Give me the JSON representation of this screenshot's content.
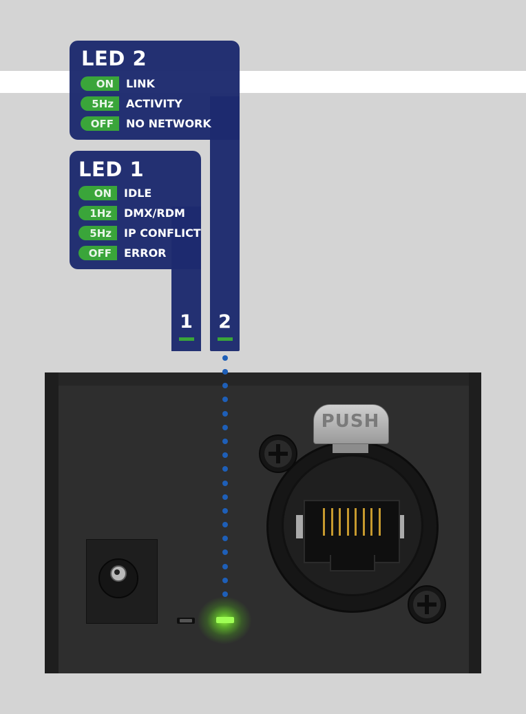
{
  "led2": {
    "title": "LED 2",
    "rows": [
      {
        "state": "ON",
        "label": "LINK"
      },
      {
        "state": "5Hz",
        "label": "ACTIVITY"
      },
      {
        "state": "OFF",
        "label": "NO NETWORK"
      }
    ]
  },
  "led1": {
    "title": "LED 1",
    "rows": [
      {
        "state": "ON",
        "label": "IDLE"
      },
      {
        "state": "1Hz",
        "label": "DMX/RDM"
      },
      {
        "state": "5Hz",
        "label": "IP CONFLICT"
      },
      {
        "state": "OFF",
        "label": "ERROR"
      }
    ]
  },
  "markers": {
    "led1": "1",
    "led2": "2"
  },
  "device": {
    "push_label": "PUSH",
    "led2_state": "ON"
  },
  "colors": {
    "panel": "#1d2a6e",
    "pill": "#3aa53a",
    "led_green": "#9fff55",
    "dot_line": "#1e5fb8"
  },
  "icons": [
    "screw-icon",
    "dc-power-jack",
    "rj45-ethercon-connector",
    "status-led"
  ]
}
